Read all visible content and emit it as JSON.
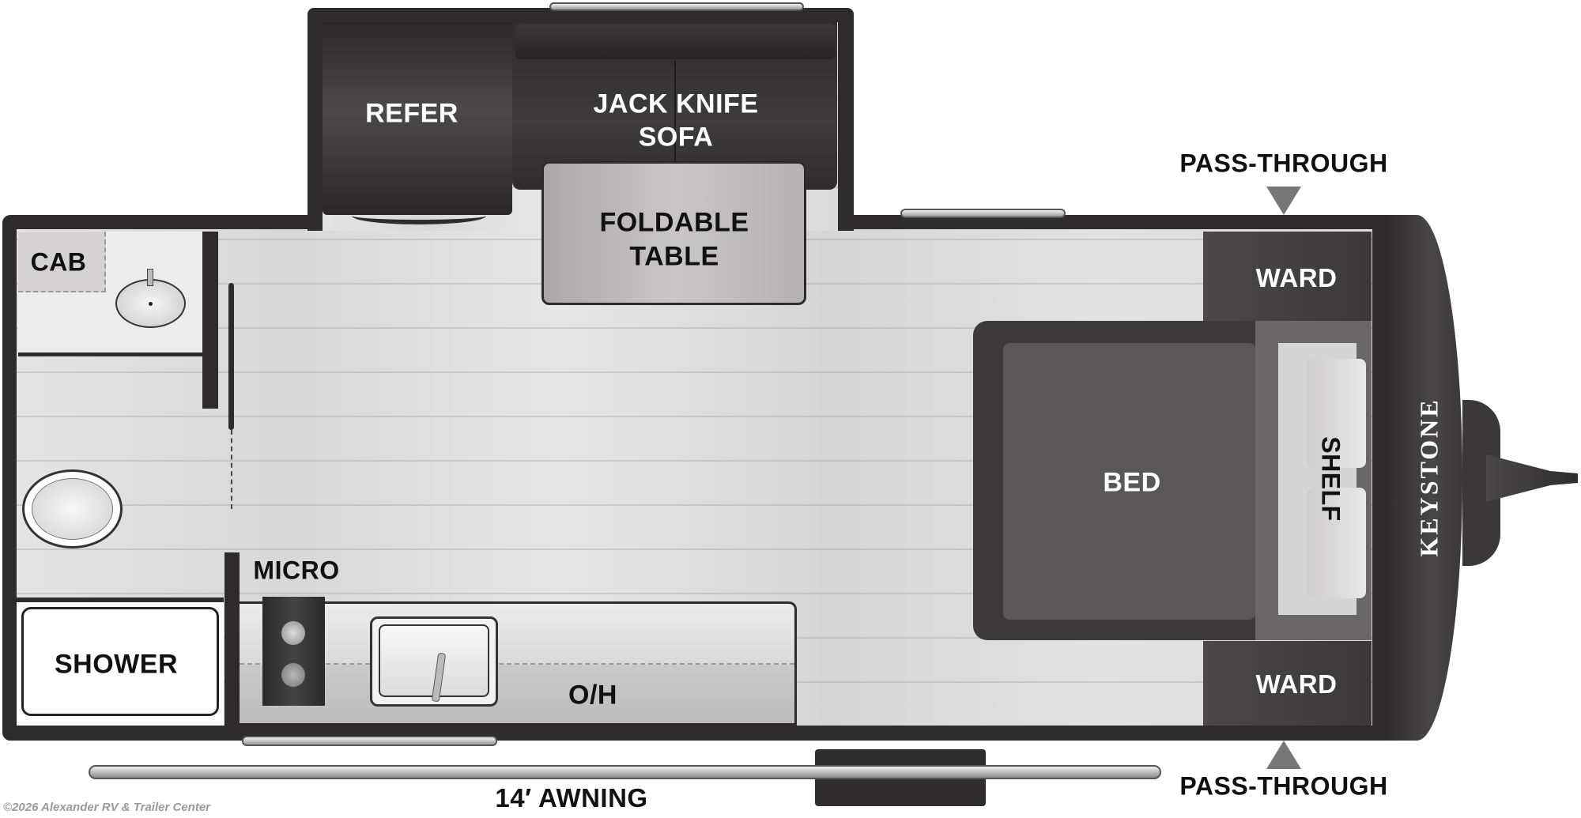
{
  "floorplan": {
    "brand": "KEYSTONE",
    "labels": {
      "refer": "REFER",
      "sofa_line1": "JACK KNIFE",
      "sofa_line2": "SOFA",
      "table_line1": "FOLDABLE",
      "table_line2": "TABLE",
      "cab": "CAB",
      "micro": "MICRO",
      "shower": "SHOWER",
      "oh": "O/H",
      "ward_top": "WARD",
      "ward_bottom": "WARD",
      "bed": "BED",
      "shelf": "SHELF",
      "pass_through_top": "PASS-THROUGH",
      "pass_through_bottom": "PASS-THROUGH",
      "awning": "14′ AWNING"
    },
    "copyright": "©2026 Alexander RV & Trailer Center"
  },
  "colors": {
    "wall": "#2d2b2c",
    "dark_furniture": "#3a3839",
    "bed_mattress": "#5a5758",
    "table": "#b9b7b7",
    "floor": "#dcdcdc",
    "pass_through_arrow": "#777777",
    "copyright_text": "#9a9a9a"
  }
}
